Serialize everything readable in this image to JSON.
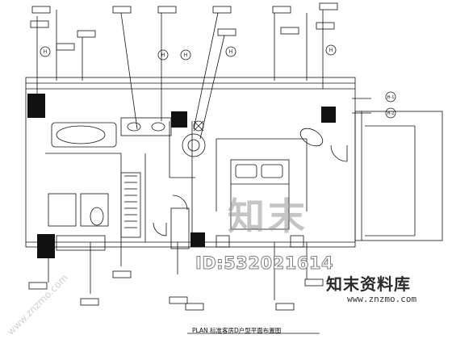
{
  "drawing": {
    "title": "PLAN 标准客房D户型平面布置图",
    "axis_markers": [
      "H",
      "H",
      "H",
      "H",
      "H",
      "H-1",
      "H-2"
    ]
  },
  "watermark": {
    "logo_text": "知末",
    "id_text": "ID:532021614",
    "site_name": "知末资料库",
    "site_url": "www.znzmo.com",
    "side_url": "www.znzmo.com"
  },
  "colors": {
    "line": "#111111",
    "wall_fill": "#111111",
    "watermark": "#9a9a9a"
  }
}
